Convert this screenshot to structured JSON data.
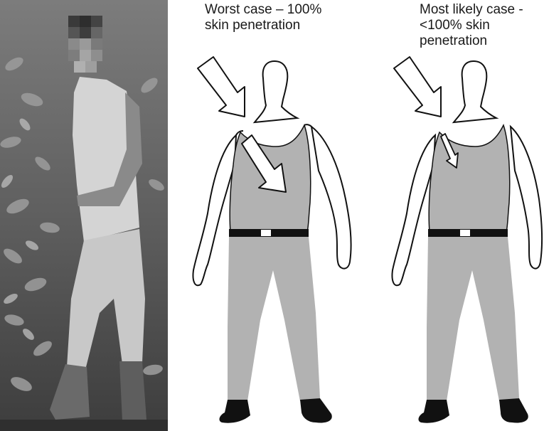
{
  "photo": {
    "subject": "field worker in sleeveless shirt and trousers among foliage (face pixelated)"
  },
  "panels": [
    {
      "id": "worst",
      "caption_lines": [
        "Worst case – 100%",
        "skin penetration"
      ]
    },
    {
      "id": "likely",
      "caption_lines": [
        "Most likely case -",
        "<100% skin",
        "penetration"
      ]
    }
  ],
  "colors": {
    "clothing_gray": "#b2b2b2",
    "outline": "#111111",
    "belt": "#111111",
    "buckle": "#ffffff",
    "shoes": "#111111",
    "arrow_fill": "#ffffff"
  }
}
